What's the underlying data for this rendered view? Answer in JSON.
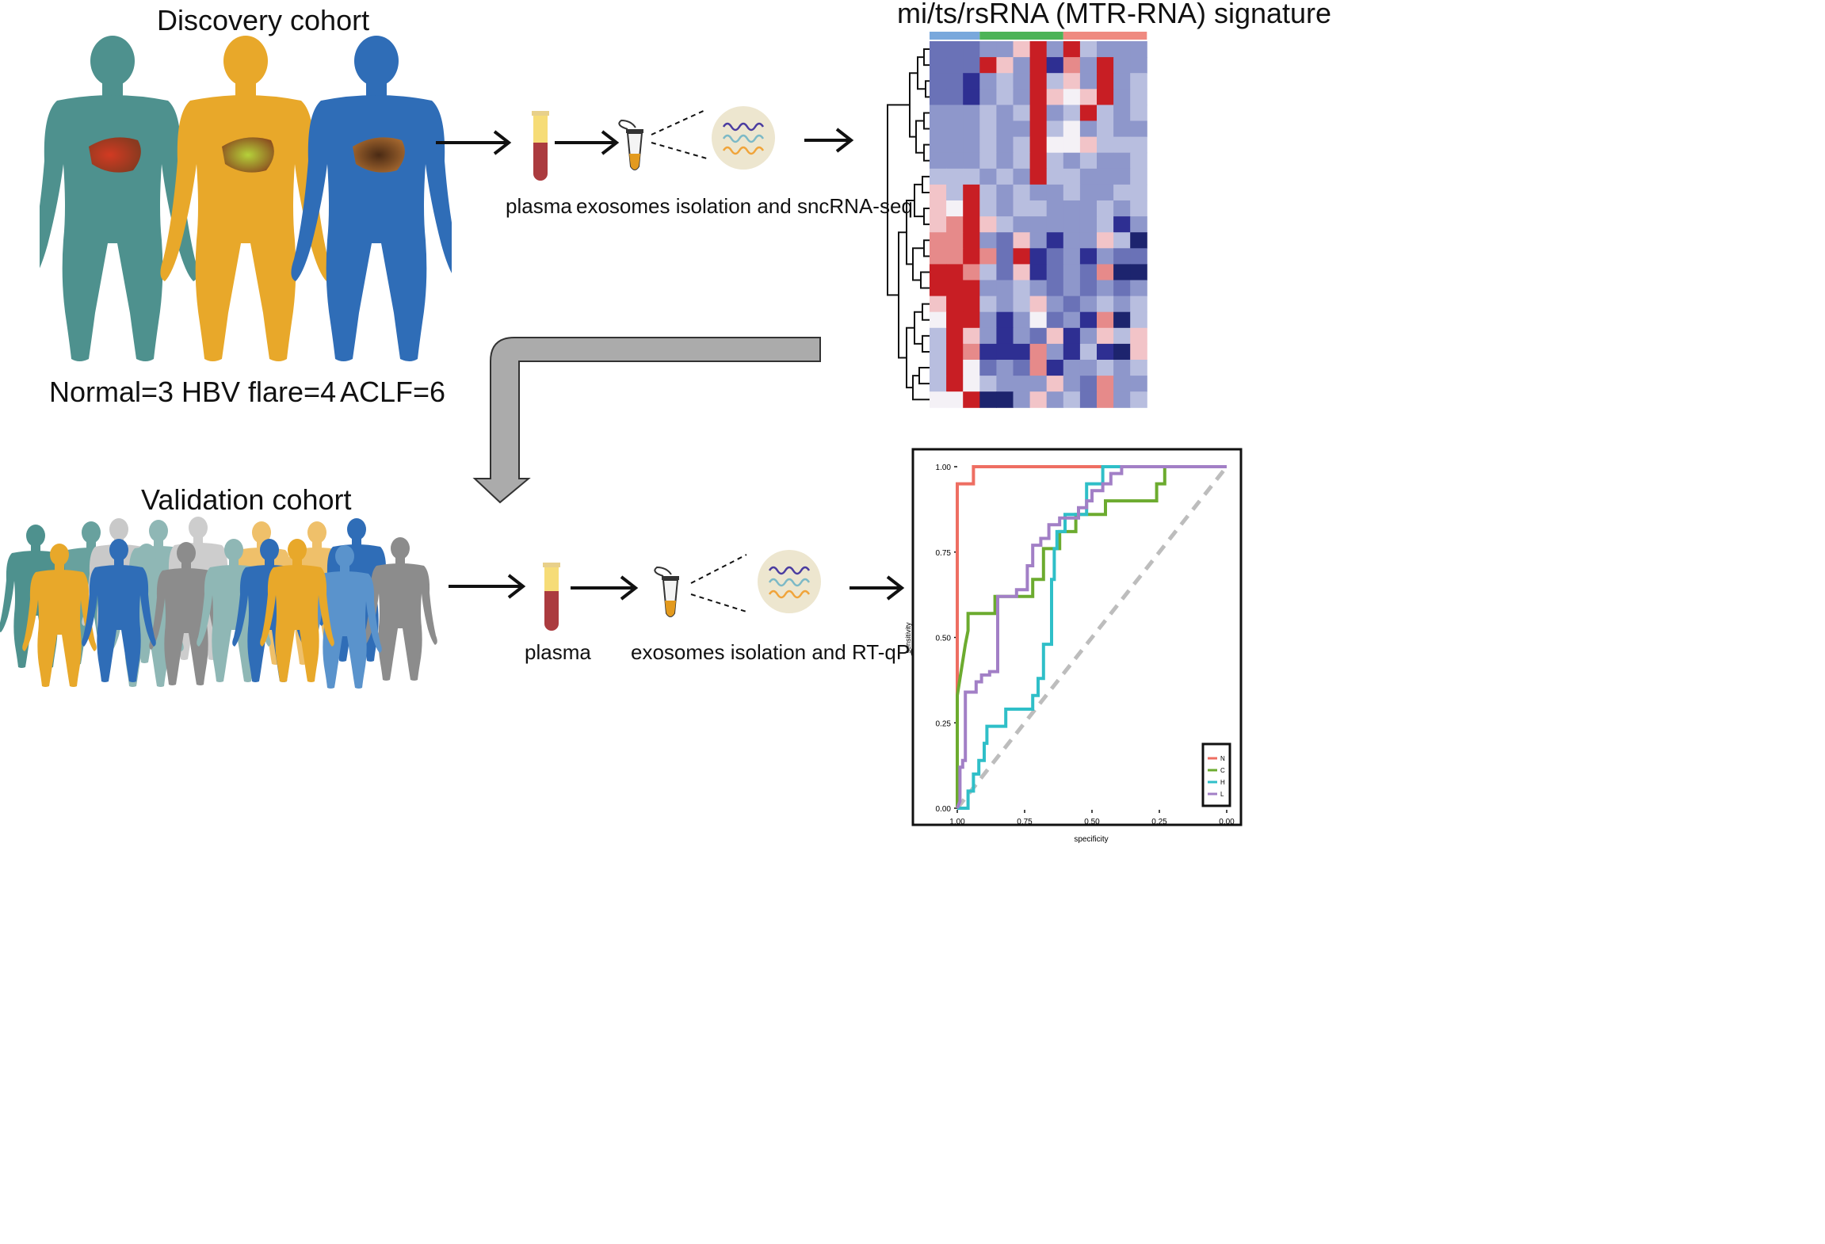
{
  "discovery": {
    "title": "Discovery cohort",
    "groups": [
      {
        "label": "Normal=3",
        "color": "#4e918e"
      },
      {
        "label": "HBV flare=4",
        "color": "#e8a82a"
      },
      {
        "label": "ACLF=6",
        "color": "#2f6db7"
      }
    ],
    "step_plasma": "plasma",
    "step_seq": "exosomes isolation and sncRNA-seq"
  },
  "signature": {
    "title": "mi/ts/rsRNA (MTR-RNA) signature",
    "annotation_colors": [
      "#79a8dc",
      "#4cb357",
      "#ef8a80"
    ]
  },
  "validation": {
    "title": "Validation cohort",
    "step_plasma": "plasma",
    "step_pcr": "exosomes isolation and RT-qPCR"
  },
  "chart_data": {
    "type": "line",
    "title": "",
    "xlabel": "specificity",
    "ylabel": "sensitivity",
    "xlim": [
      1.0,
      0.0
    ],
    "ylim": [
      0.0,
      1.0
    ],
    "x_ticks": [
      "1.00",
      "0.75",
      "0.50",
      "0.25",
      "0.00"
    ],
    "y_ticks": [
      "0.00",
      "0.25",
      "0.50",
      "0.75",
      "1.00"
    ],
    "legend_position": "bottom-right",
    "series": [
      {
        "name": "N",
        "color": "#ee6e62",
        "points": [
          [
            1.0,
            0.0
          ],
          [
            1.0,
            0.33
          ],
          [
            1.0,
            0.95
          ],
          [
            0.94,
            0.95
          ],
          [
            0.94,
            1.0
          ],
          [
            0.0,
            1.0
          ]
        ]
      },
      {
        "name": "C",
        "color": "#6cab2f",
        "points": [
          [
            1.0,
            0.0
          ],
          [
            1.0,
            0.33
          ],
          [
            0.99,
            0.38
          ],
          [
            0.98,
            0.43
          ],
          [
            0.97,
            0.48
          ],
          [
            0.96,
            0.52
          ],
          [
            0.96,
            0.57
          ],
          [
            0.86,
            0.57
          ],
          [
            0.86,
            0.62
          ],
          [
            0.72,
            0.62
          ],
          [
            0.72,
            0.67
          ],
          [
            0.68,
            0.67
          ],
          [
            0.68,
            0.76
          ],
          [
            0.62,
            0.76
          ],
          [
            0.62,
            0.81
          ],
          [
            0.56,
            0.81
          ],
          [
            0.56,
            0.86
          ],
          [
            0.45,
            0.86
          ],
          [
            0.45,
            0.9
          ],
          [
            0.26,
            0.9
          ],
          [
            0.26,
            0.95
          ],
          [
            0.23,
            0.95
          ],
          [
            0.23,
            1.0
          ],
          [
            0.0,
            1.0
          ]
        ]
      },
      {
        "name": "H",
        "color": "#2fbfc8",
        "points": [
          [
            1.0,
            0.0
          ],
          [
            0.96,
            0.0
          ],
          [
            0.96,
            0.05
          ],
          [
            0.94,
            0.05
          ],
          [
            0.94,
            0.1
          ],
          [
            0.92,
            0.1
          ],
          [
            0.92,
            0.14
          ],
          [
            0.9,
            0.14
          ],
          [
            0.9,
            0.19
          ],
          [
            0.89,
            0.19
          ],
          [
            0.89,
            0.24
          ],
          [
            0.82,
            0.24
          ],
          [
            0.82,
            0.29
          ],
          [
            0.72,
            0.29
          ],
          [
            0.72,
            0.33
          ],
          [
            0.7,
            0.33
          ],
          [
            0.7,
            0.38
          ],
          [
            0.68,
            0.38
          ],
          [
            0.68,
            0.48
          ],
          [
            0.65,
            0.48
          ],
          [
            0.65,
            0.67
          ],
          [
            0.64,
            0.67
          ],
          [
            0.64,
            0.76
          ],
          [
            0.63,
            0.76
          ],
          [
            0.63,
            0.81
          ],
          [
            0.6,
            0.81
          ],
          [
            0.6,
            0.86
          ],
          [
            0.52,
            0.86
          ],
          [
            0.52,
            0.95
          ],
          [
            0.46,
            0.95
          ],
          [
            0.46,
            1.0
          ],
          [
            0.0,
            1.0
          ]
        ]
      },
      {
        "name": "L",
        "color": "#a27fc6",
        "points": [
          [
            1.0,
            0.0
          ],
          [
            0.99,
            0.02
          ],
          [
            0.99,
            0.12
          ],
          [
            0.98,
            0.12
          ],
          [
            0.98,
            0.14
          ],
          [
            0.97,
            0.14
          ],
          [
            0.97,
            0.34
          ],
          [
            0.93,
            0.34
          ],
          [
            0.93,
            0.37
          ],
          [
            0.91,
            0.37
          ],
          [
            0.91,
            0.39
          ],
          [
            0.88,
            0.39
          ],
          [
            0.88,
            0.4
          ],
          [
            0.85,
            0.4
          ],
          [
            0.85,
            0.62
          ],
          [
            0.78,
            0.62
          ],
          [
            0.78,
            0.64
          ],
          [
            0.74,
            0.64
          ],
          [
            0.74,
            0.71
          ],
          [
            0.72,
            0.71
          ],
          [
            0.72,
            0.77
          ],
          [
            0.69,
            0.77
          ],
          [
            0.69,
            0.79
          ],
          [
            0.66,
            0.79
          ],
          [
            0.66,
            0.83
          ],
          [
            0.62,
            0.83
          ],
          [
            0.62,
            0.85
          ],
          [
            0.55,
            0.85
          ],
          [
            0.55,
            0.88
          ],
          [
            0.52,
            0.88
          ],
          [
            0.52,
            0.9
          ],
          [
            0.5,
            0.9
          ],
          [
            0.5,
            0.93
          ],
          [
            0.46,
            0.93
          ],
          [
            0.46,
            0.95
          ],
          [
            0.43,
            0.95
          ],
          [
            0.43,
            0.98
          ],
          [
            0.39,
            0.98
          ],
          [
            0.39,
            1.0
          ],
          [
            0.0,
            1.0
          ]
        ]
      }
    ]
  }
}
